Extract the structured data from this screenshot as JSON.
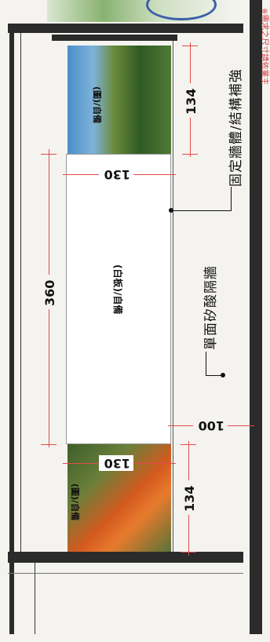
{
  "drawing": {
    "photo_top_label": "(圖)/自備",
    "photo_bottom_label": "(圖)/自備",
    "whiteboard_label": "(白板)/自備",
    "annotation_structure": "固定牆體/結構補強",
    "annotation_partition": "單面矽酸隔牆",
    "dims": {
      "photo_top_height": "134",
      "photo_top_width": "130",
      "whiteboard_height": "360",
      "gap": "100",
      "photo_bottom_width": "130",
      "photo_bottom_height": "134"
    },
    "margin_text": "※需求之尺寸請依業主"
  },
  "colors": {
    "frame": "#2b2b2b",
    "dimension_line": "#e24b4b",
    "paper": "#f4f3ef"
  }
}
